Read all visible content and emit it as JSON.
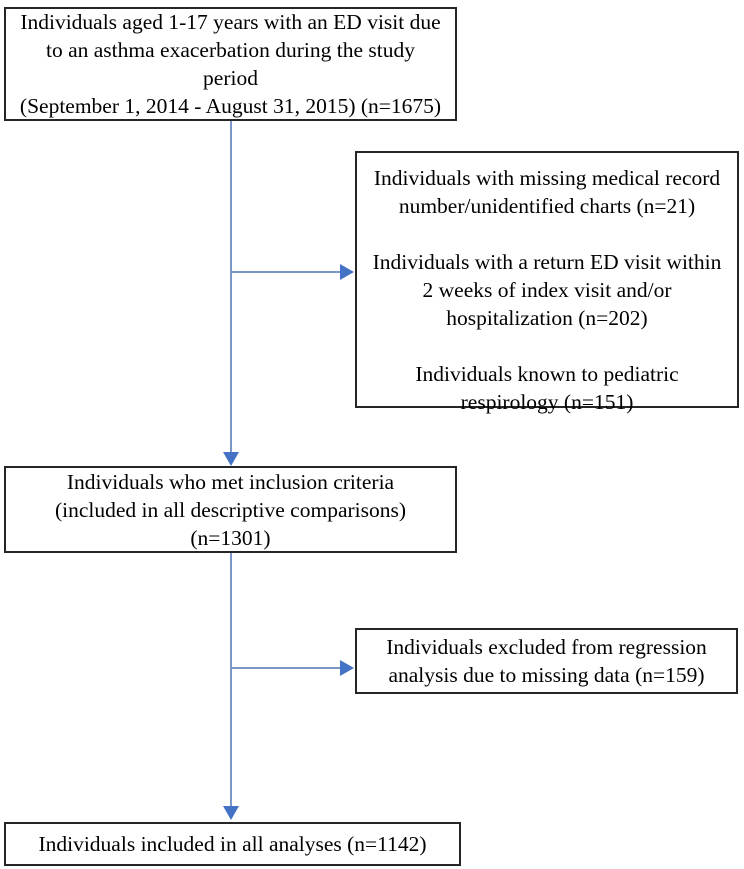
{
  "diagram_type": "study-flow-diagram",
  "colors": {
    "arrow_line": "#7b97c9",
    "arrow_head": "#4472c4",
    "box_border": "#262626",
    "text": "#000000",
    "background": "#ffffff"
  },
  "boxes": {
    "top": {
      "name": "eligible-population",
      "n": 1675,
      "lines": [
        "Individuals aged 1-17 years with an ED visit due",
        "to an asthma exacerbation during the study",
        "period",
        "(September 1, 2014 - August 31, 2015) (n=1675)"
      ]
    },
    "exclusions1": {
      "name": "initial-exclusions",
      "items": [
        {
          "n": 21,
          "lines": [
            "Individuals with missing medical record",
            "number/unidentified charts (n=21)"
          ]
        },
        {
          "n": 202,
          "lines": [
            "Individuals with a return ED visit within",
            "2 weeks of index visit and/or",
            "hospitalization (n=202)"
          ]
        },
        {
          "n": 151,
          "lines": [
            "Individuals known to pediatric",
            "respirology (n=151)"
          ]
        }
      ]
    },
    "inclusion": {
      "name": "met-inclusion-criteria",
      "n": 1301,
      "lines": [
        "Individuals who met inclusion criteria",
        "(included in all descriptive comparisons)",
        "(n=1301)"
      ]
    },
    "exclusions2": {
      "name": "regression-exclusions",
      "n": 159,
      "lines": [
        "Individuals excluded from regression",
        "analysis due to missing data (n=159)"
      ]
    },
    "final": {
      "name": "final-analysis-population",
      "n": 1142,
      "lines": [
        "Individuals included in all analyses (n=1142)"
      ]
    }
  },
  "connections": [
    {
      "from": "eligible-population",
      "to": "met-inclusion-criteria",
      "type": "vertical-arrow"
    },
    {
      "from": "eligible-population",
      "to": "initial-exclusions",
      "type": "horizontal-branch-arrow"
    },
    {
      "from": "met-inclusion-criteria",
      "to": "final-analysis-population",
      "type": "vertical-arrow"
    },
    {
      "from": "met-inclusion-criteria",
      "to": "regression-exclusions",
      "type": "horizontal-branch-arrow"
    }
  ]
}
